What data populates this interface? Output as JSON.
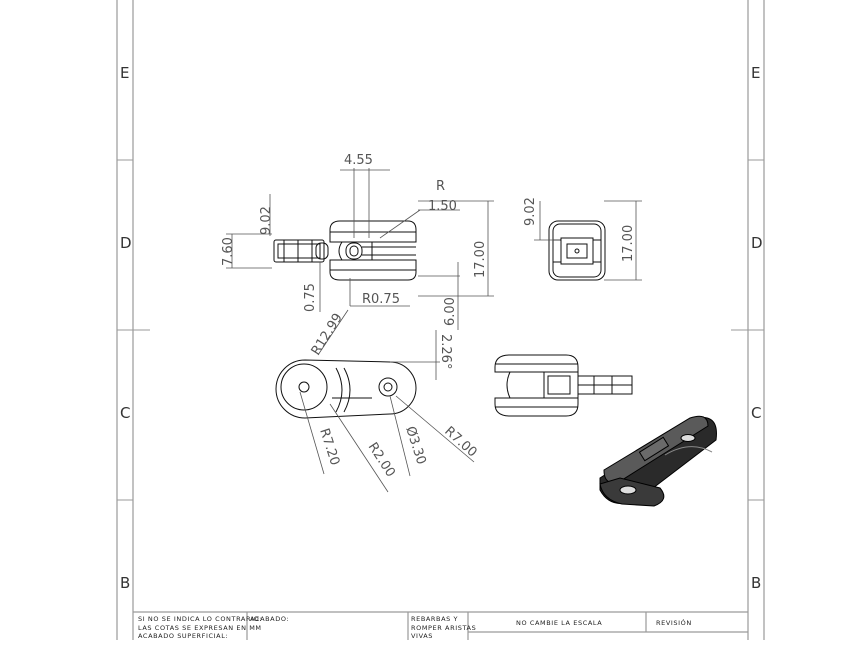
{
  "zones": {
    "left": [
      "E",
      "D",
      "C",
      "B"
    ],
    "right": [
      "E",
      "D",
      "C",
      "B"
    ]
  },
  "dimensions": {
    "d455": "4.55",
    "r_label": "R",
    "r150": "1.50",
    "d902_front": "9.02",
    "d760": "7.60",
    "d1700_front": "17.00",
    "d075": "0.75",
    "r075": "R0.75",
    "d600": "6.00",
    "d902_side": "9.02",
    "d1700_side": "17.00",
    "r1299": "R12.99",
    "ang226": "2.26°",
    "r720": "R7.20",
    "r200": "R2.00",
    "dia330": "Ø3.30",
    "r700": "R7.00"
  },
  "title_block": {
    "note1": "SI NO SE INDICA LO CONTRARIO:",
    "note2": "LAS COTAS SE EXPRESAN EN MM",
    "note3": "ACABADO SUPERFICIAL:",
    "acabado": "ACABADO:",
    "rebabas1": "REBARBAS Y",
    "rebabas2": "ROMPER ARISTAS",
    "rebabas3": "VIVAS",
    "no_escala": "NO CAMBIE LA ESCALA",
    "revision": "REVISIÓN"
  },
  "colors": {
    "line": "#9a9a9a",
    "part": "#111111",
    "dim": "#555555",
    "solid": "#2a2a2a"
  }
}
